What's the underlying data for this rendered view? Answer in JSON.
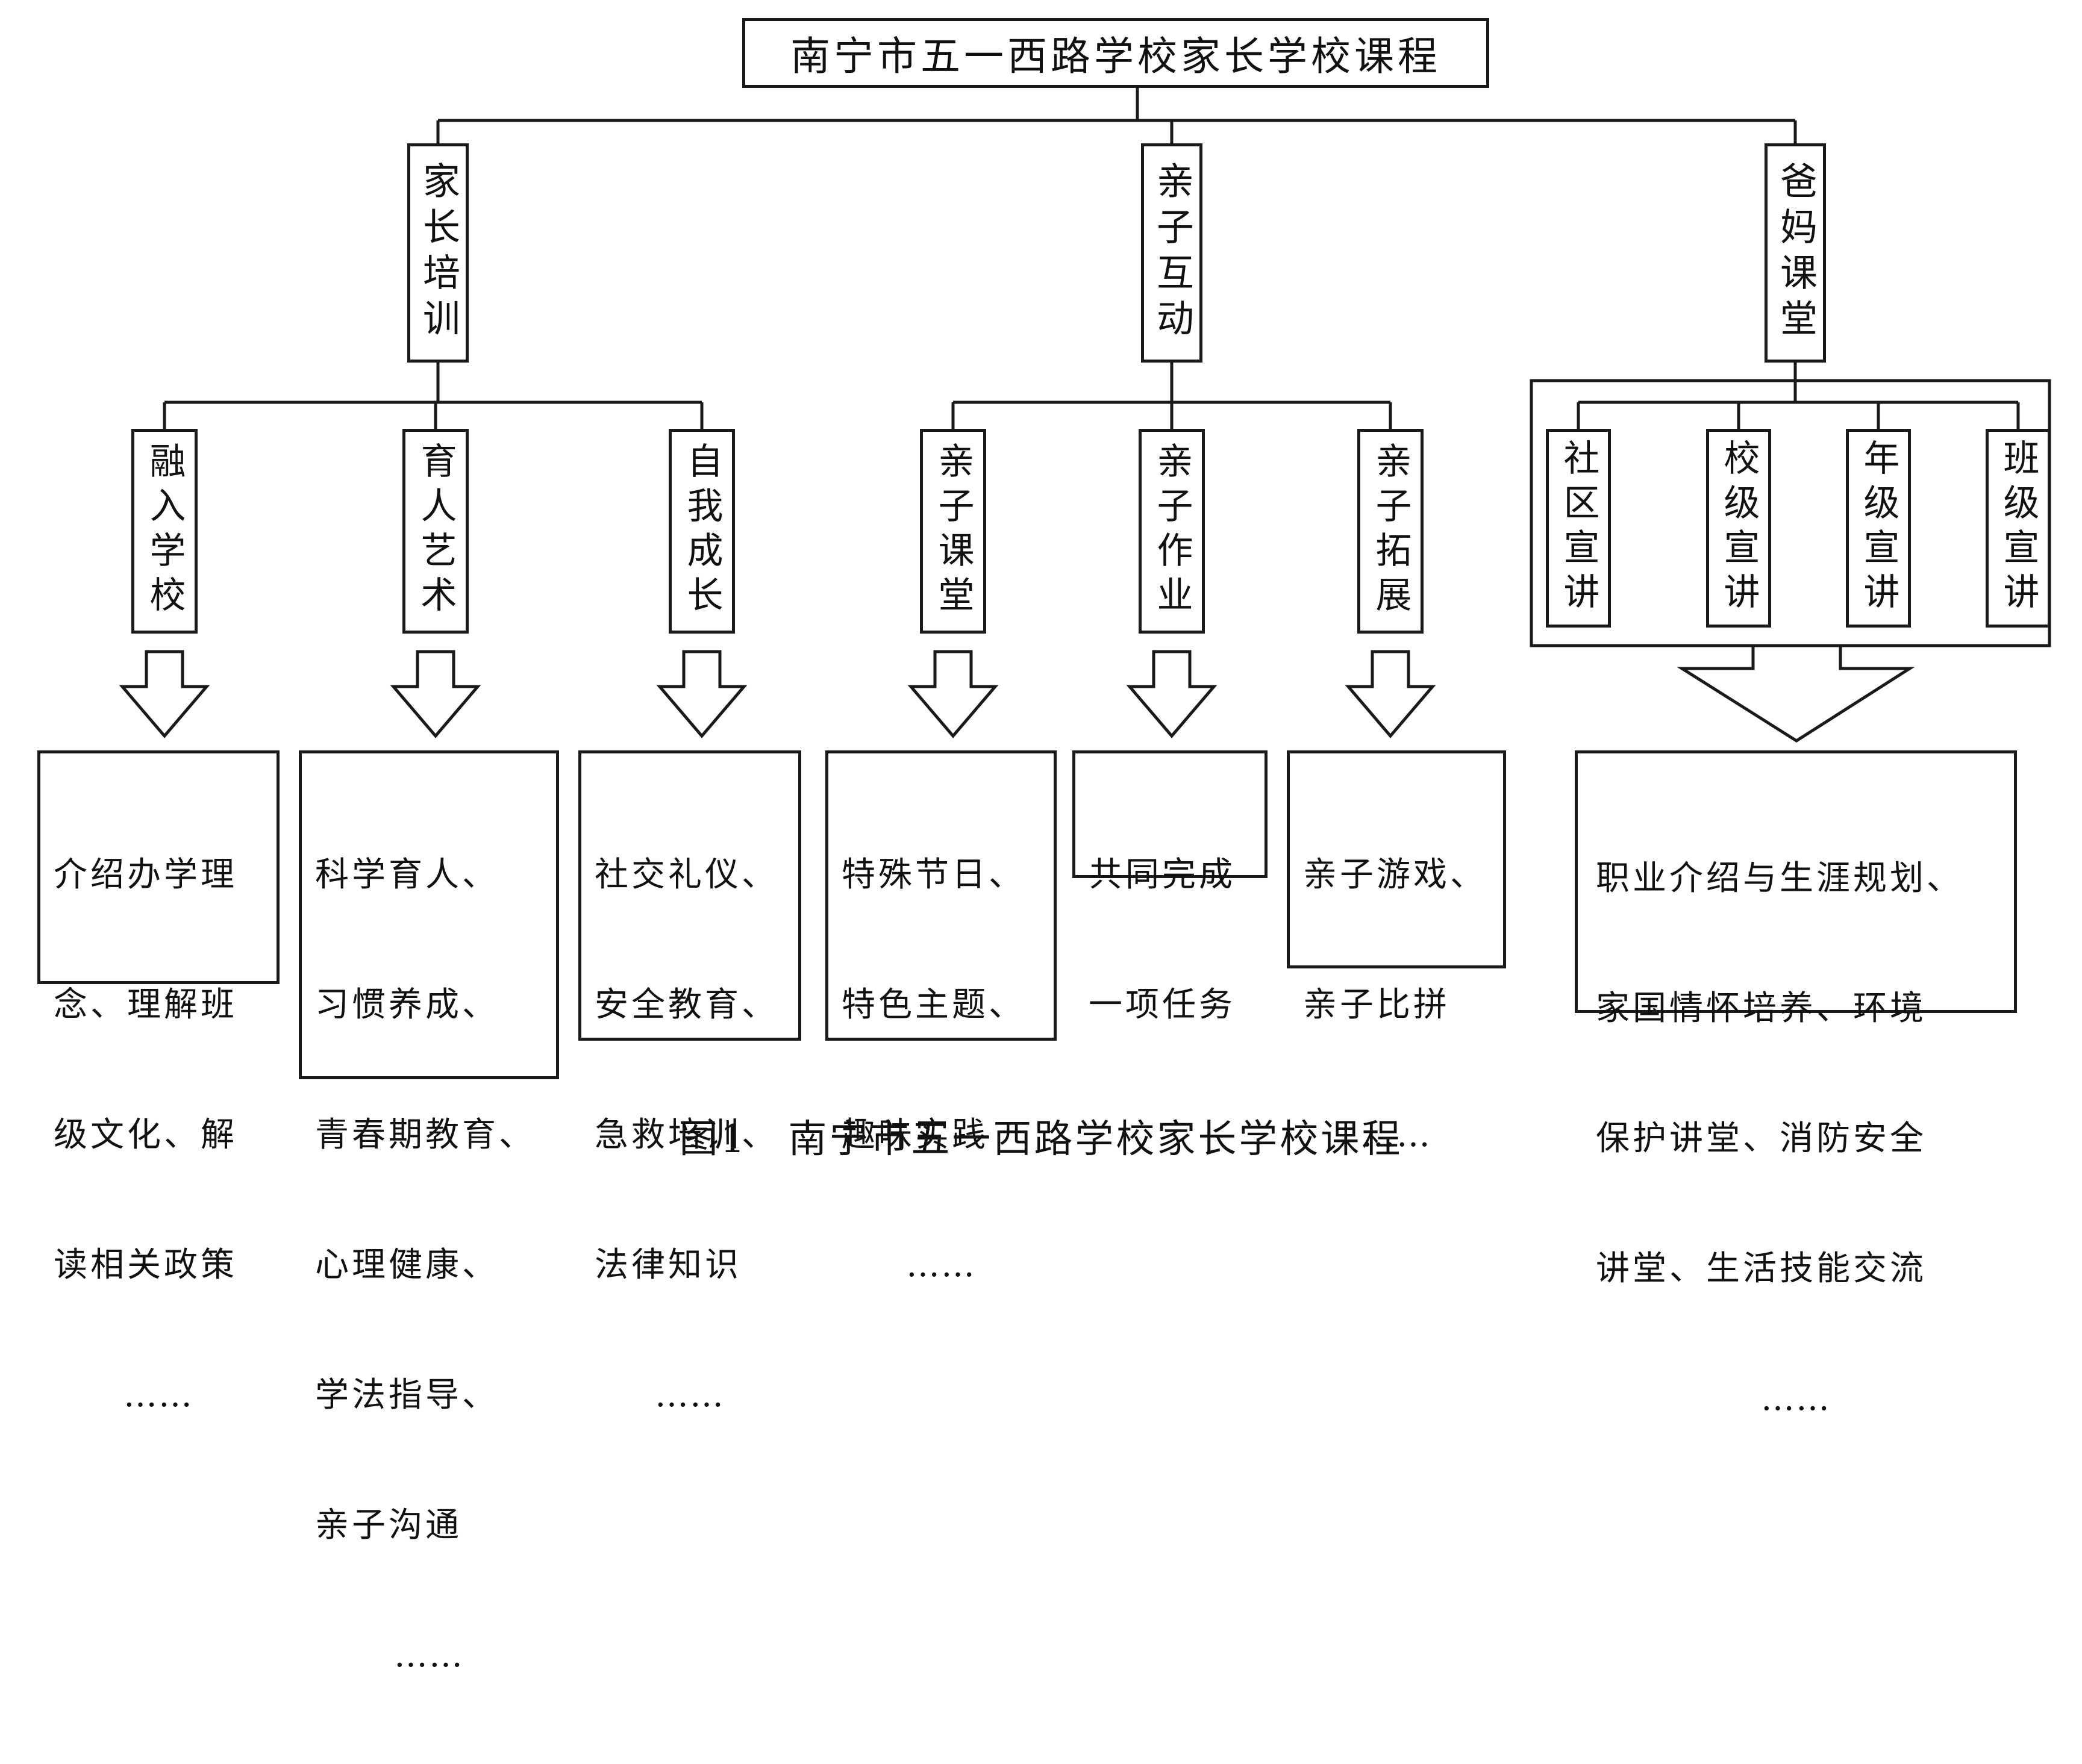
{
  "root": {
    "title": "南宁市五一西路学校家长学校课程"
  },
  "branches": [
    {
      "label": "家长培训",
      "children": [
        {
          "label": "融入学校",
          "content": [
            "介绍办学理",
            "念、理解班",
            "级文化、解",
            "读相关政策",
            "……"
          ]
        },
        {
          "label": "育人艺术",
          "content": [
            "科学育人、",
            "习惯养成、",
            "青春期教育、",
            "心理健康、",
            "学法指导、",
            "亲子沟通",
            "……"
          ]
        },
        {
          "label": "自我成长",
          "content": [
            "社交礼仪、",
            "安全教育、",
            "急救培训、",
            "法律知识",
            "……"
          ]
        }
      ]
    },
    {
      "label": "亲子互动",
      "children": [
        {
          "label": "亲子课堂",
          "content": [
            "特殊节日、",
            "特色主题、",
            "趣味实践",
            "……"
          ]
        },
        {
          "label": "亲子作业",
          "content": [
            "共同完成",
            "一项任务"
          ]
        },
        {
          "label": "亲子拓展",
          "content": [
            "亲子游戏、",
            "亲子比拼",
            "……"
          ]
        }
      ]
    },
    {
      "label": "爸妈课堂",
      "children": [
        {
          "label": "社区宣讲"
        },
        {
          "label": "校级宣讲"
        },
        {
          "label": "年级宣讲"
        },
        {
          "label": "班级宣讲"
        }
      ],
      "content": [
        "职业介绍与生涯规划、",
        "家国情怀培养、环境",
        "保护讲堂、消防安全",
        "讲堂、生活技能交流",
        "……"
      ]
    }
  ],
  "caption": "图1　南宁市五一西路学校家长学校课程"
}
